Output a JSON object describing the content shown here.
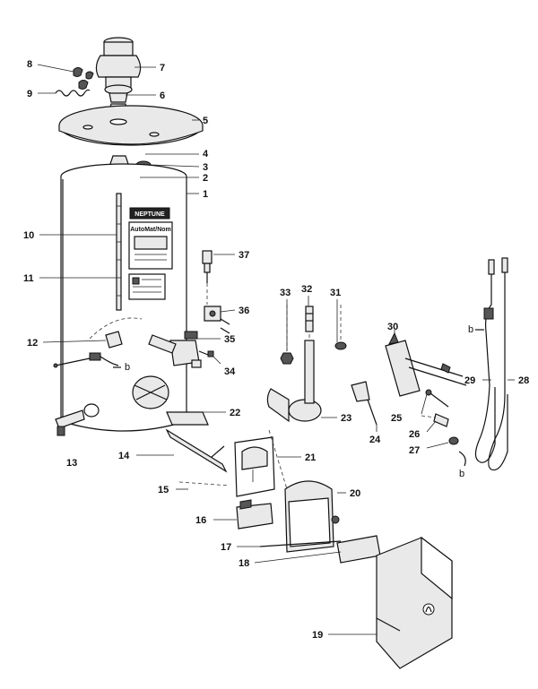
{
  "diagram": {
    "brand_label": "NEPTUNE",
    "plate_label": "AutoMat/Nom",
    "callouts": [
      "1",
      "2",
      "3",
      "4",
      "5",
      "6",
      "7",
      "8",
      "9",
      "10",
      "11",
      "12",
      "13",
      "14",
      "15",
      "16",
      "17",
      "18",
      "19",
      "20",
      "21",
      "22",
      "23",
      "24",
      "25",
      "26",
      "27",
      "28",
      "29",
      "30",
      "31",
      "32",
      "33",
      "34",
      "35",
      "36",
      "37"
    ],
    "b_marks": [
      "b",
      "b",
      "b"
    ]
  }
}
